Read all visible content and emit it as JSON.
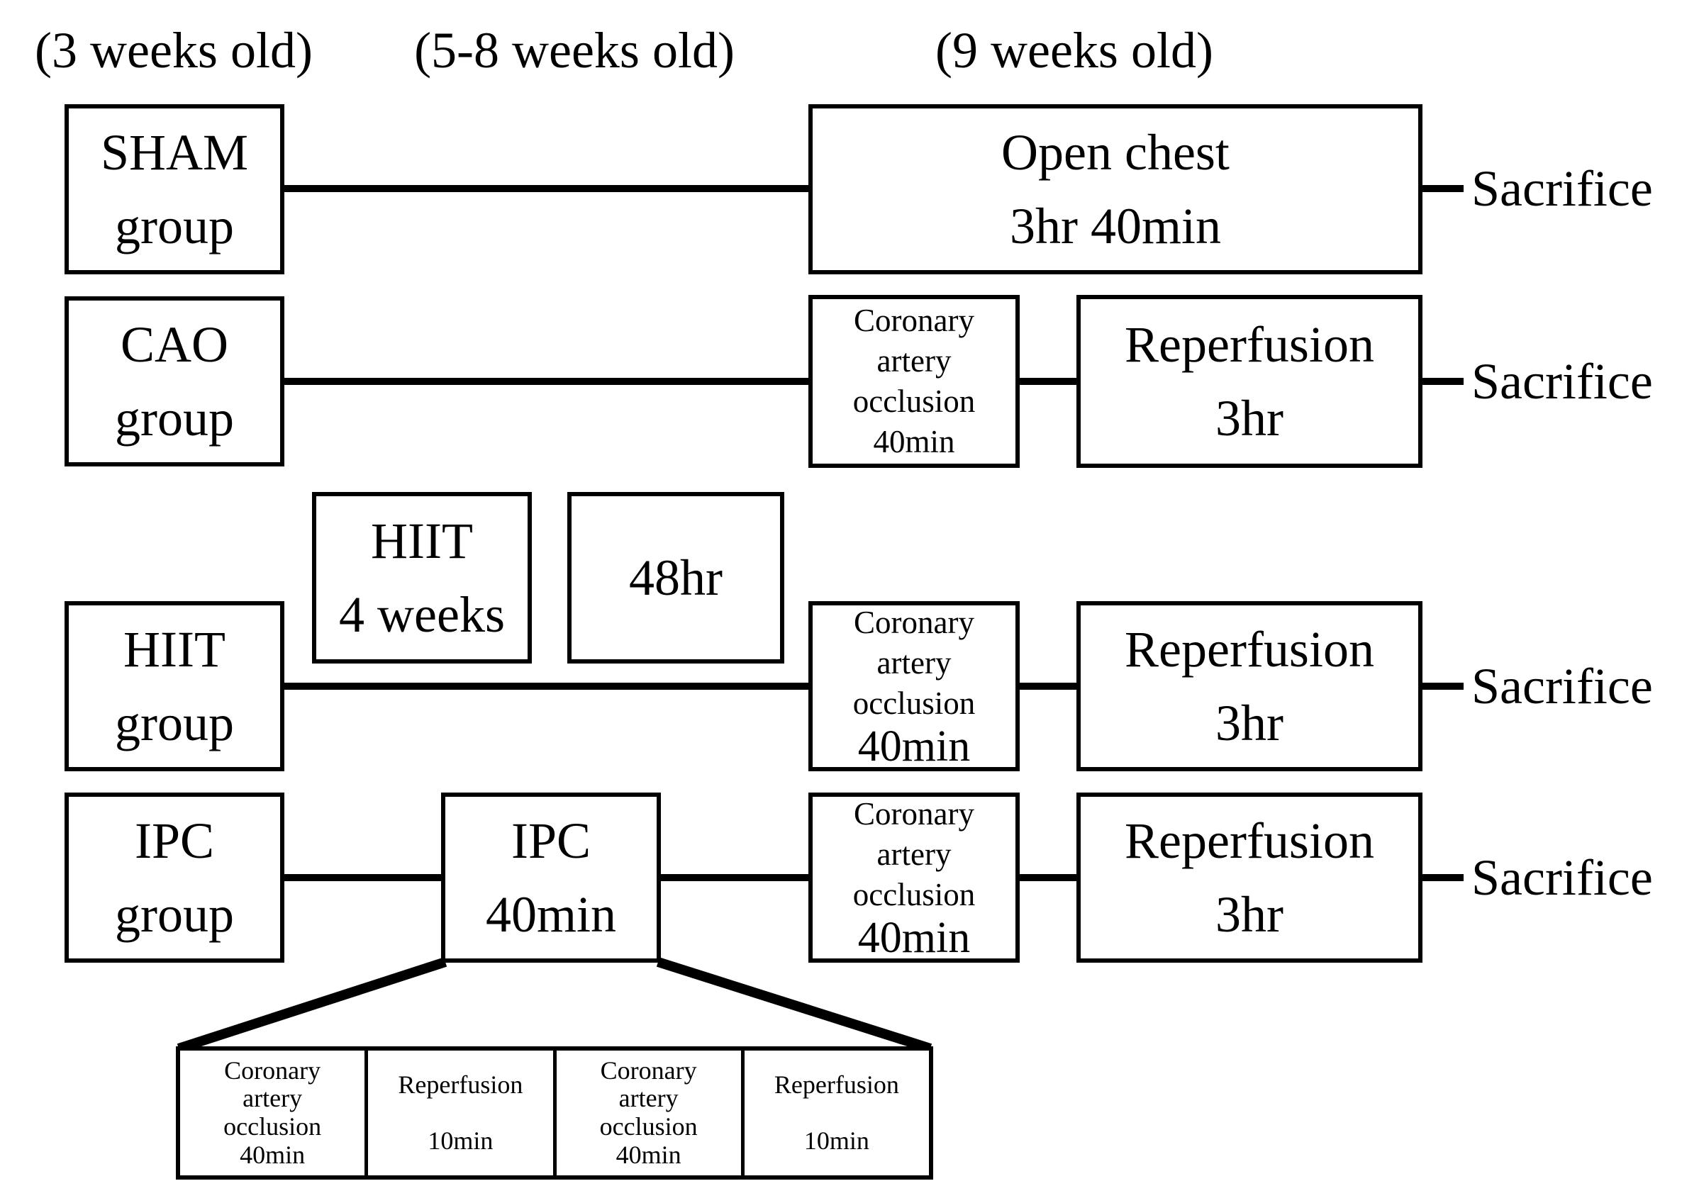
{
  "colors": {
    "ink": "#000000",
    "paper": "#ffffff"
  },
  "age_labels": [
    {
      "text": "(3 weeks old)"
    },
    {
      "text": "(5-8 weeks old)"
    },
    {
      "text": "(9 weeks old)"
    }
  ],
  "rows": [
    {
      "group_label": "SHAM\ngroup",
      "procedure_box": "Open chest\n3hr 40min",
      "endpoint": "Sacrifice"
    },
    {
      "group_label": "CAO\ngroup",
      "occlusion": {
        "lines": "Coronary\nartery\nocclusion",
        "duration": "40min"
      },
      "reperfusion_box": "Reperfusion\n3hr",
      "endpoint": "Sacrifice"
    },
    {
      "group_label": "HIIT\ngroup",
      "training_box": "HIIT\n4 weeks",
      "rest_box": "48hr",
      "occlusion": {
        "lines": "Coronary\nartery\nocclusion",
        "duration": "40min"
      },
      "reperfusion_box": "Reperfusion\n3hr",
      "endpoint": "Sacrifice"
    },
    {
      "group_label": "IPC\ngroup",
      "ipc_box": "IPC\n40min",
      "occlusion": {
        "lines": "Coronary\nartery\nocclusion",
        "duration": "40min"
      },
      "reperfusion_box": "Reperfusion\n3hr",
      "endpoint": "Sacrifice"
    }
  ],
  "ipc_detail": {
    "cells": [
      {
        "text": "Coronary\nartery\nocclusion\n40min"
      },
      {
        "text": "Reperfusion\n\n10min"
      },
      {
        "text": "Coronary\nartery\nocclusion\n40min"
      },
      {
        "text": "Reperfusion\n\n10min"
      }
    ]
  }
}
